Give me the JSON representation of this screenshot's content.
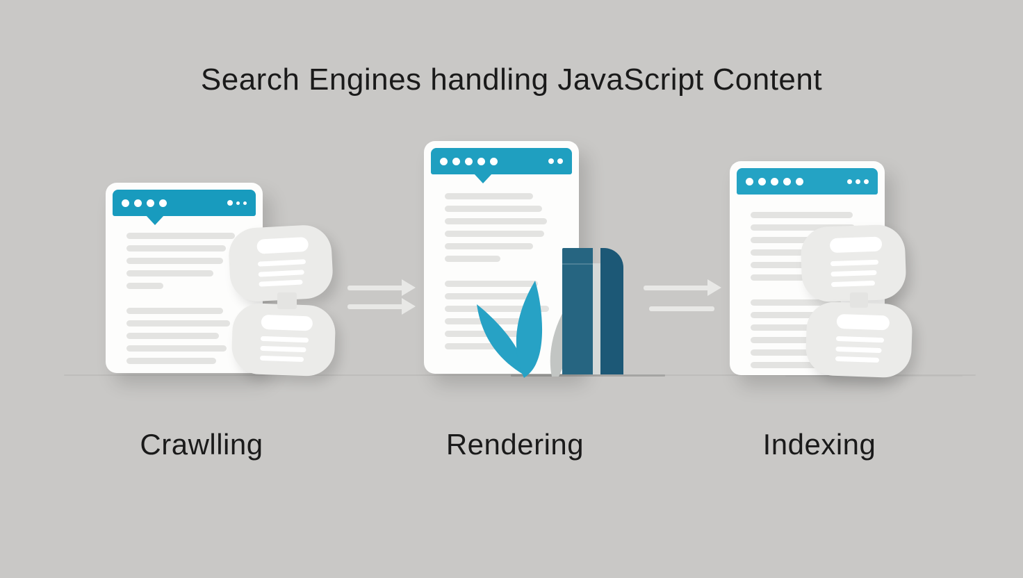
{
  "title": "Search Engines handling JavaScript Content",
  "background_color": "#c9c8c6",
  "text_color": "#1a1a1a",
  "stages": [
    {
      "id": "crawling",
      "label": "Crawlling",
      "icon": "browser-window-with-crawled-pages-icon",
      "window": {
        "header_color": "#189bbe",
        "dots_left": [
          11,
          11,
          11,
          11
        ],
        "dots_right": [
          8,
          5,
          5
        ],
        "has_notch": true
      },
      "page_bubbles": 2
    },
    {
      "id": "rendering",
      "label": "Rendering",
      "icon": "browser-window-with-plant-and-books-icon",
      "window": {
        "header_color": "#1f9fc0",
        "dots_left": [
          11,
          11,
          11,
          11,
          11
        ],
        "dots_right": [
          8,
          8
        ],
        "has_notch": true
      },
      "page_bubbles": 0
    },
    {
      "id": "indexing",
      "label": "Indexing",
      "icon": "browser-window-with-indexed-pages-icon",
      "window": {
        "header_color": "#24a3c4",
        "dots_left": [
          11,
          11,
          11,
          11,
          11
        ],
        "dots_right": [
          7,
          7,
          7
        ],
        "has_notch": false
      },
      "page_bubbles": 2
    }
  ],
  "flow": {
    "crawl_to_render_arrows": 2,
    "render_to_index_arrows": 2,
    "direction": "left-to-right"
  },
  "colors": {
    "window_body": "#fdfdfc",
    "window_text_line": "#e3e3e1",
    "page_bubble": "#ebebe9",
    "bubble_text_line": "#ffffff",
    "connector": "#e4e4e2",
    "arrow": "#e8e8e6",
    "leaf": "#27a2c5",
    "leaf_shadow": "#c2c5c3",
    "book_left": "#266581",
    "book_right": "#1c5876",
    "book_stripe": "#d5d9d8",
    "ground_line": "#b9b9b7",
    "ground_line_dark": "#a5a5a3"
  }
}
